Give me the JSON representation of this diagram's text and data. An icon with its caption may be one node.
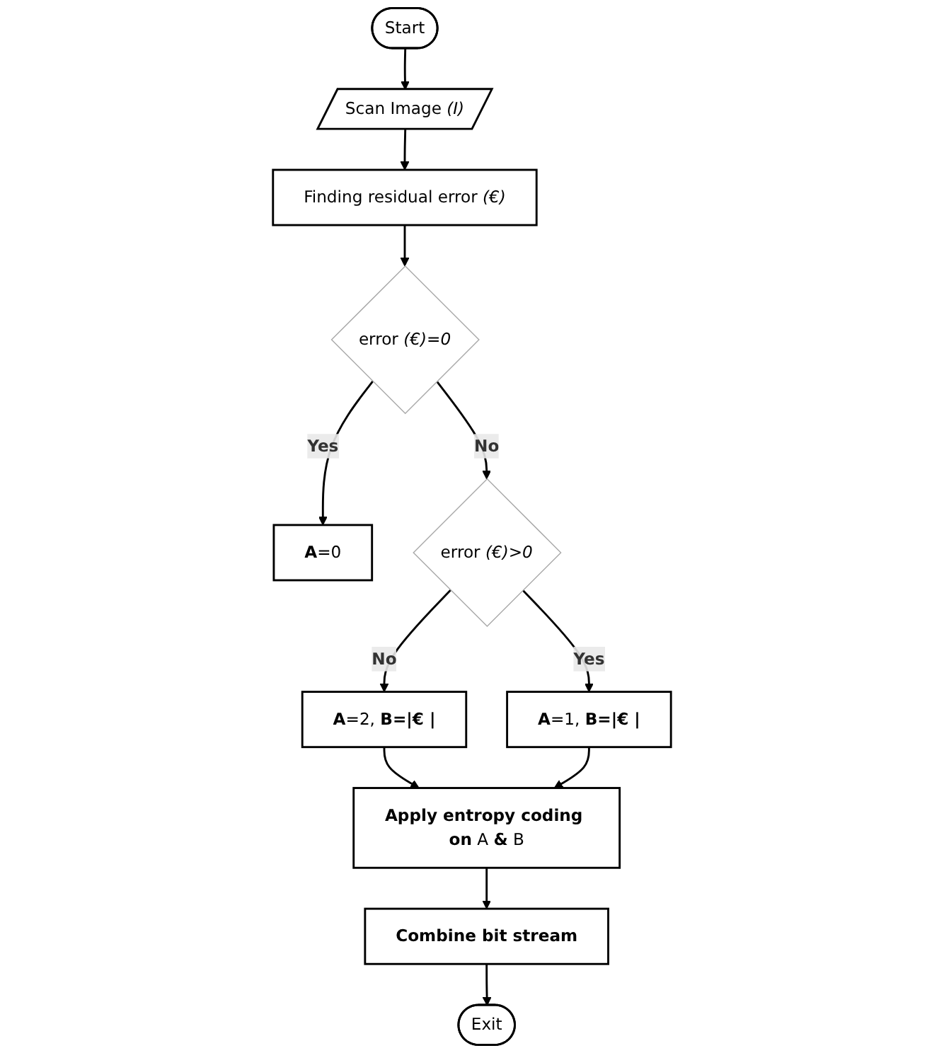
{
  "diagram": {
    "nodes": [
      {
        "text": [
          "Start"
        ]
      },
      {
        "text": [
          "Scan Image *(I)*"
        ]
      },
      {
        "text": [
          "Finding residual error *(€)*"
        ]
      },
      {
        "text": [
          "error *(€)=0*"
        ]
      },
      {
        "text": [
          "**A**=0"
        ]
      },
      {
        "text": [
          "**A**=2, **B=|€ |**"
        ]
      },
      {
        "text": [
          "error *(€)>0*"
        ]
      },
      {
        "text": [
          "**A**=1, **B=|€ |**"
        ]
      },
      {
        "text": [
          "**Apply entropy coding on** A **&** B"
        ]
      },
      {
        "text": [
          "Combine bit stream"
        ]
      },
      {
        "text": [
          "Exit"
        ]
      }
    ],
    "edges": [
      {
        "from": 0,
        "to": 1,
        "arrow": "to"
      },
      {
        "from": 1,
        "to": 2,
        "arrow": "to"
      },
      {
        "from": 2,
        "to": 3,
        "arrow": "to"
      },
      {
        "from": 3,
        "to": 4,
        "arrow": "to",
        "label": "Yes"
      },
      {
        "from": 3,
        "to": 6,
        "arrow": "to",
        "label": "No"
      },
      {
        "from": 6,
        "to": 5,
        "arrow": "to",
        "label": "No"
      },
      {
        "from": 6,
        "to": 7,
        "arrow": "to",
        "label": "Yes"
      },
      {
        "from": 5,
        "to": 8,
        "arrow": "to"
      },
      {
        "from": 7,
        "to": 8,
        "arrow": "to"
      },
      {
        "from": 8,
        "to": 9,
        "arrow": "to"
      },
      {
        "from": 9,
        "to": 10,
        "arrow": "to"
      }
    ]
  }
}
